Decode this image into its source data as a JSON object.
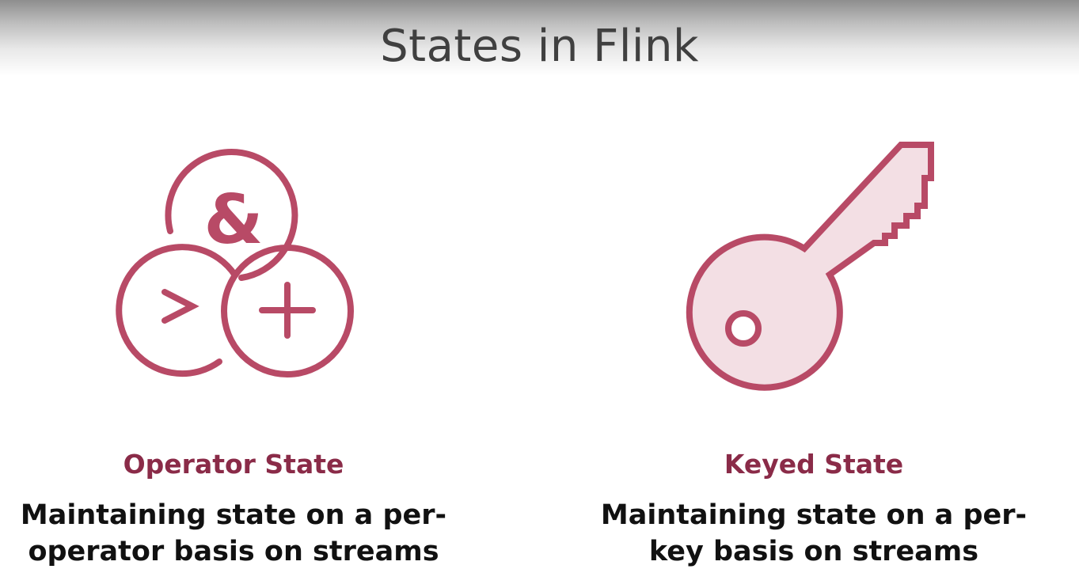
{
  "slide": {
    "title": "States in Flink"
  },
  "colors": {
    "accent": "#b84a66",
    "accent_fill": "#f3dfe4",
    "heading": "#8a2b48",
    "body_text": "#111111"
  },
  "columns": [
    {
      "icon": "operator-symbols-icon",
      "heading": "Operator State",
      "description": "Maintaining state on a per-\noperator basis on streams"
    },
    {
      "icon": "key-icon",
      "heading": "Keyed State",
      "description": "Maintaining state on a per-\nkey basis on streams"
    }
  ]
}
